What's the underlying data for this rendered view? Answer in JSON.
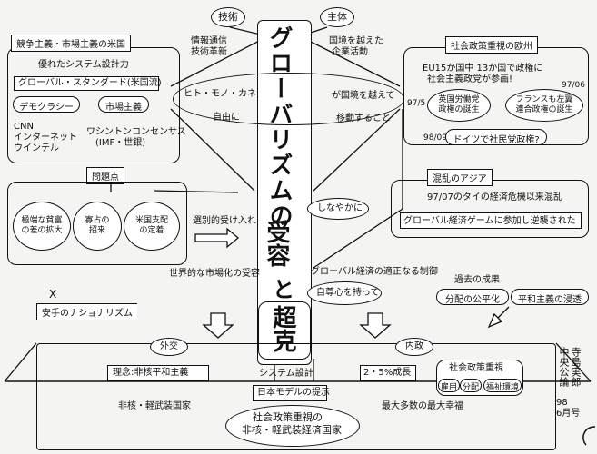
{
  "top": {
    "tech_label": "技術",
    "subject_label": "主体"
  },
  "center": {
    "title": "グローバリズムの",
    "acceptance": "受容",
    "and": "と",
    "overcome": "超克"
  },
  "left_panel": {
    "header": "競争主義・市場主義の米国",
    "superior": "優れたシステム設計力",
    "global_standard": "グローバル・スタンダード(米国流)",
    "democracy": "デモクラシー",
    "market_econ": "市場主義",
    "cnn_lines": [
      "CNN",
      "インターネット",
      "ウインテル"
    ],
    "washington_lines": [
      "ワシントンコンセンサス",
      "(IMF・世銀)"
    ]
  },
  "tech": {
    "info_lines": [
      "情報通信",
      "技術革新"
    ]
  },
  "subject": {
    "border_lines": [
      "国境を越えた",
      "企業活動"
    ]
  },
  "flow": {
    "hito_mono_kane": "ヒト・モノ・カネ",
    "crosses_borders": "が国境を越えて",
    "freely": "自由に",
    "move": "移動すること"
  },
  "europe": {
    "header": "社会政策重視の欧州",
    "eu_line1": "EU15か国中 13か国で政権に",
    "eu_line2": "社会主義政党が参画!",
    "date1": "97/06",
    "date2": "97/5",
    "date3": "98/09",
    "uk_lines": [
      "英国労働党",
      "政権の誕生"
    ],
    "fr_lines": [
      "フランスも左翼",
      "連合政権の誕生"
    ],
    "de": "ドイツで社民党政権?"
  },
  "asia": {
    "header": "混乱のアジア",
    "line1": "97/07のタイの経済危機以来混乱",
    "line2": "グローバル経済ゲームに参加し逆襲された"
  },
  "problems": {
    "header": "問題点",
    "items": [
      [
        "極端な貧富",
        "の差の拡大"
      ],
      [
        "寡占の",
        "招来"
      ],
      [
        "米国支配",
        "の定着"
      ]
    ],
    "selective": "選別的受け入れ"
  },
  "flexibly": "しなやかに",
  "world_market": "世界的な市場化の受容",
  "control": "グローバル経済の適正なる制御",
  "pride": "自尊心を持って",
  "past": {
    "title": "過去の成果",
    "fair": "分配の公平化",
    "peace": "平和主義の浸透"
  },
  "x_mark": "X",
  "nationalism": "安手のナショナリズム",
  "bottom": {
    "foreign": "外交",
    "domestic": "内政",
    "principle": "理念:非核平和主義",
    "non_nuclear": "非核・軽武装国家",
    "system_design": "システム設計",
    "japan_model": "日本モデルの提示",
    "growth": "2・5%成長",
    "social_policy": "社会政策重視",
    "tags": [
      "雇用",
      "分配",
      "福祉環境"
    ],
    "happiness": "最大多数の最大幸福",
    "final_line1": "社会政策重視の",
    "final_line2": "非核・軽武装経済国家"
  },
  "credit": {
    "author": "寺島実郎",
    "pub": "中央公論",
    "date1": "98",
    "date2": "6月号"
  }
}
